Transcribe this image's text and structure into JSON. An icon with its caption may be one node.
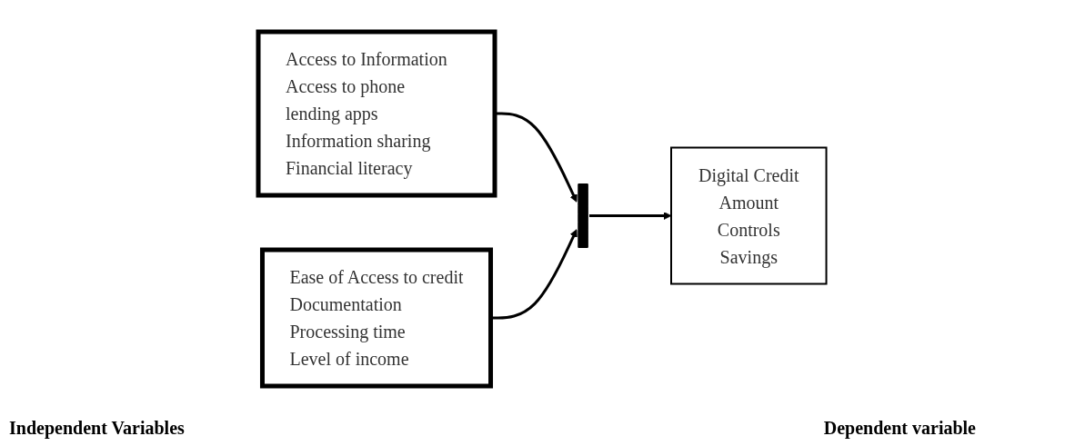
{
  "diagram": {
    "nodes": [
      {
        "text": [
          "Access to Information",
          "Access to phone lending apps",
          "Information sharing",
          "Financial literacy"
        ]
      },
      {
        "text": [
          "Ease of Access to credit",
          "Documentation",
          "Processing time",
          "Level of income"
        ]
      },
      {
        "text": [],
        "shape": "bar"
      },
      {
        "text": [
          "Digital Credit",
          "Amount",
          "Controls",
          "Savings"
        ]
      }
    ],
    "edges": [
      {
        "from": 0,
        "to": 2,
        "arrow": "to"
      },
      {
        "from": 1,
        "to": 2,
        "arrow": "to"
      },
      {
        "from": 2,
        "to": 3,
        "arrow": "to"
      }
    ],
    "labels": [
      "Independent Variables",
      "Dependent variable"
    ]
  }
}
